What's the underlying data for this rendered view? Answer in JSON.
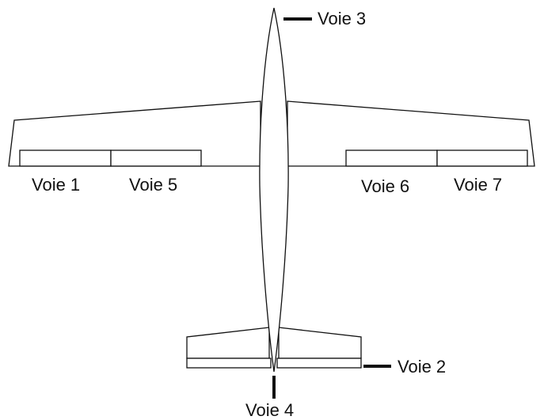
{
  "labels": {
    "voie_1": "Voie 1",
    "voie_2": "Voie 2",
    "voie_3": "Voie 3",
    "voie_4": "Voie 4",
    "voie_5": "Voie 5",
    "voie_6": "Voie 6",
    "voie_7": "Voie 7"
  },
  "colors": {
    "line": "#111111",
    "background": "#ffffff"
  }
}
